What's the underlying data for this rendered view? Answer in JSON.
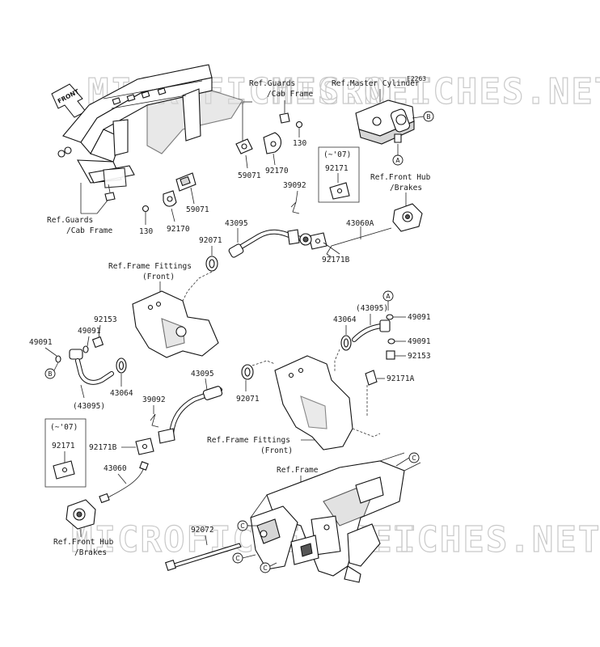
{
  "diagram_code": "F2263",
  "watermark_text": "MICROFICHES.NET",
  "front_arrow_text": "FRONT",
  "circle_refs": {
    "a": "A",
    "b": "B",
    "c": "C"
  },
  "labels": {
    "ref_guards_top_1": "Ref.Guards",
    "ref_guards_top_2": "/Cab Frame",
    "ref_master_cylinder": "Ref.Master Cylinder",
    "ref_guards_left_1": "Ref.Guards",
    "ref_guards_left_2": "/Cab Frame",
    "ref_front_hub_top_1": "Ref.Front Hub",
    "ref_front_hub_top_2": "/Brakes",
    "ref_frame_fittings_left_1": "Ref.Frame Fittings",
    "ref_frame_fittings_left_2": "(Front)",
    "ref_frame_fittings_right_1": "Ref.Frame Fittings",
    "ref_frame_fittings_right_2": "(Front)",
    "ref_frame": "Ref.Frame",
    "ref_front_hub_bottom_1": "Ref.Front Hub",
    "ref_front_hub_bottom_2": "/Brakes",
    "box_year_top": "(~'07)",
    "box_year_bottom": "(~'07)"
  },
  "part_numbers": {
    "p130_top": "130",
    "p130_left": "130",
    "p59071_top": "59071",
    "p59071_left": "59071",
    "p92170_top": "92170",
    "p92170_left": "92170",
    "p92171_box_top": "92171",
    "p92171_box_bottom": "92171",
    "p39092_top": "39092",
    "p39092_bottom": "39092",
    "p92171B_top": "92171B",
    "p92171B_bottom": "92171B",
    "p43060A": "43060A",
    "p43060": "43060",
    "p43095_top": "43095",
    "p43095_mid": "43095",
    "p43095_paren_left": "(43095)",
    "p43095_paren_right": "(43095)",
    "p92071_top": "92071",
    "p92071_mid": "92071",
    "p92153_left": "92153",
    "p92153_right": "92153",
    "p49091_left_a": "49091",
    "p49091_left_b": "49091",
    "p49091_right_a": "49091",
    "p49091_right_b": "49091",
    "p43064_left": "43064",
    "p43064_right": "43064",
    "p92171A": "92171A",
    "p92072": "92072"
  }
}
